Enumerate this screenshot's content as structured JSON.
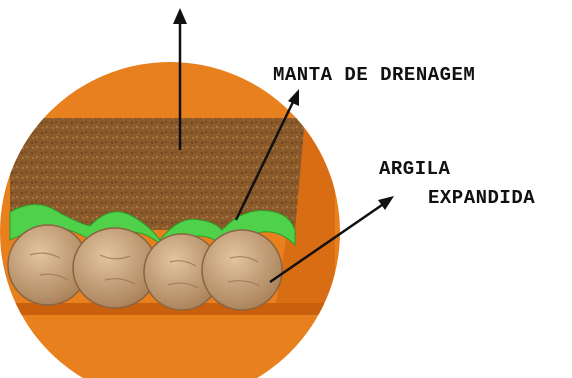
{
  "labels": {
    "drainage_blanket": "MANTA DE DRENAGEM",
    "expanded_clay_line1": "ARGILA",
    "expanded_clay_line2": "EXPANDIDA"
  },
  "colors": {
    "container_orange": "#e8801e",
    "container_dark": "#c8600e",
    "soil": "#8a5a2b",
    "drainage_green": "#4fd14a",
    "clay_pebble": "#c9a57e",
    "arrow": "#111111"
  }
}
